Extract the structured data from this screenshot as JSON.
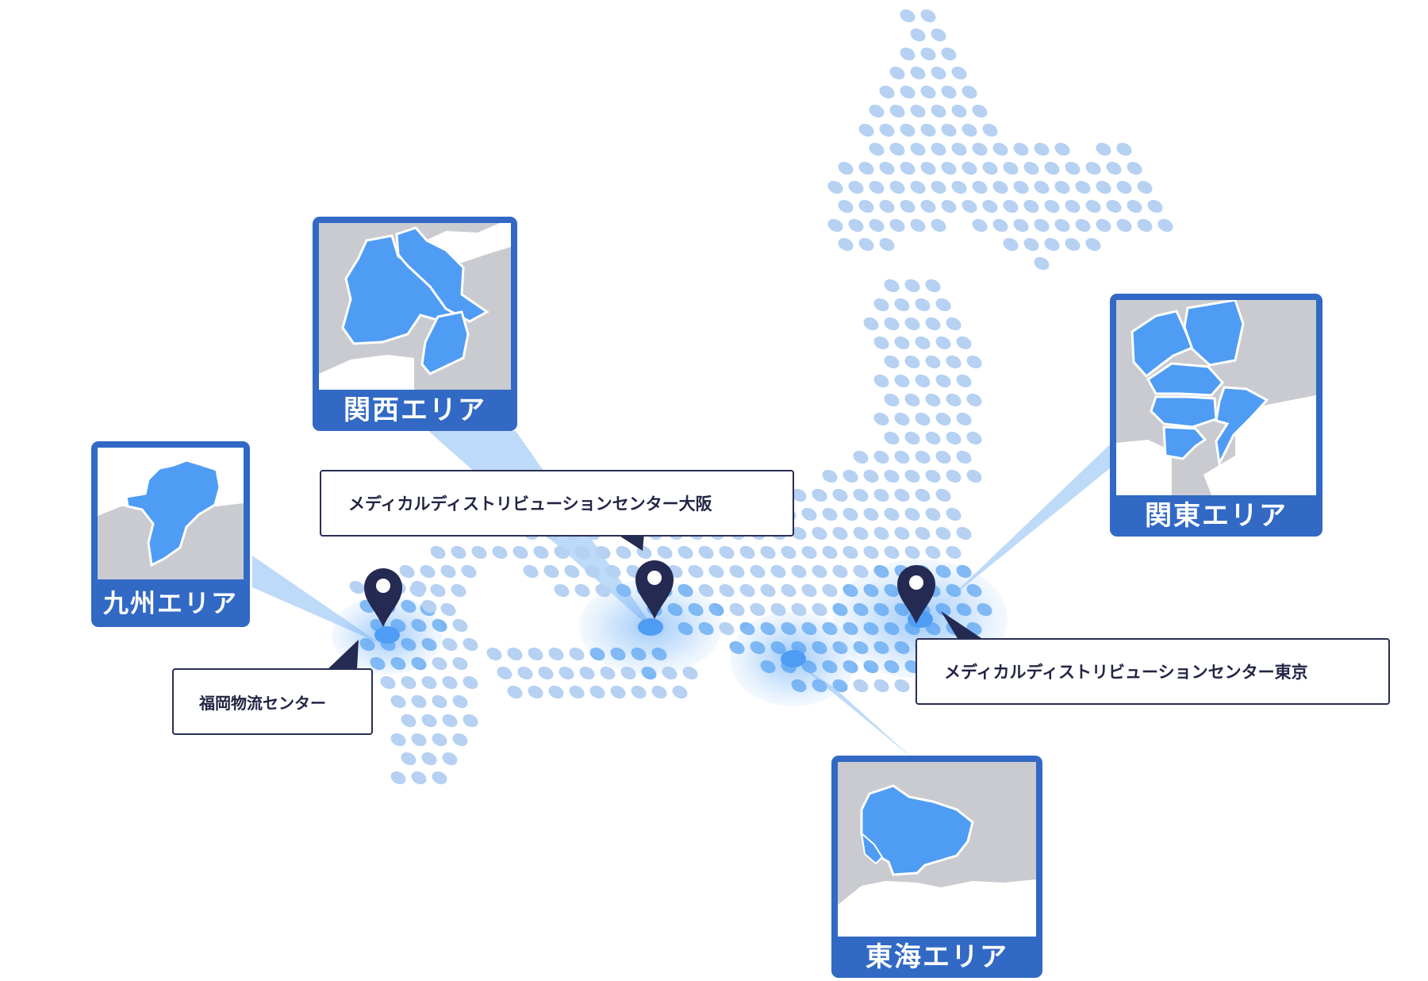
{
  "map": {
    "colors": {
      "dot": "#b6d1f2",
      "highlight_dot": "#7ab6f5",
      "glow": "#4f9cf4",
      "pin": "#242a52",
      "beam": "#b3d3f8",
      "card_frame": "#3169c4",
      "region_fill": "#4f9cf4",
      "land_gray": "#c9cbd0"
    }
  },
  "areas": [
    {
      "id": "kyushu",
      "label": "九州エリア",
      "icon": "kyushu-region-map"
    },
    {
      "id": "kansai",
      "label": "関西エリア",
      "icon": "kansai-region-map"
    },
    {
      "id": "kanto",
      "label": "関東エリア",
      "icon": "kanto-region-map"
    },
    {
      "id": "tokai",
      "label": "東海エリア",
      "icon": "tokai-region-map"
    }
  ],
  "centers": [
    {
      "id": "fukuoka",
      "label": "福岡物流センター",
      "icon": "location-pin-icon"
    },
    {
      "id": "osaka",
      "label": "メディカルディストリビューションセンター大阪",
      "icon": "location-pin-icon"
    },
    {
      "id": "tokyo",
      "label": "メディカルディストリビューションセンター東京",
      "icon": "location-pin-icon"
    }
  ]
}
